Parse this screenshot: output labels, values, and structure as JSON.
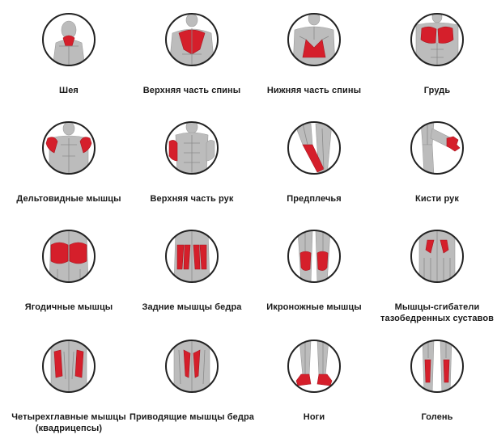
{
  "colors": {
    "highlight": "#d51f2b",
    "muscle": "#bcbcbc",
    "muscle_line": "#8a8a8a",
    "ring": "#222222",
    "label": "#1a1a1a"
  },
  "muscles": [
    {
      "label": "Шея",
      "icon": "neck-icon"
    },
    {
      "label": "Верхняя часть спины",
      "icon": "upper-back-icon"
    },
    {
      "label": "Нижняя часть спины",
      "icon": "lower-back-icon"
    },
    {
      "label": "Грудь",
      "icon": "chest-icon"
    },
    {
      "label": "Дельтовидные мышцы",
      "icon": "deltoids-icon"
    },
    {
      "label": "Верхняя часть рук",
      "icon": "upper-arms-icon"
    },
    {
      "label": "Предплечья",
      "icon": "forearms-icon"
    },
    {
      "label": "Кисти рук",
      "icon": "hands-icon"
    },
    {
      "label": "Ягодичные мышцы",
      "icon": "glutes-icon"
    },
    {
      "label": "Задние мышцы бедра",
      "icon": "hamstrings-icon"
    },
    {
      "label": "Икроножные мышцы",
      "icon": "calves-icon"
    },
    {
      "label": "Мышцы-сгибатели тазобедренных суставов",
      "icon": "hip-flexors-icon"
    },
    {
      "label": "Четырехглавные мышцы (квадрицепсы)",
      "icon": "quadriceps-icon"
    },
    {
      "label": "Приводящие мышцы бедра",
      "icon": "adductors-icon"
    },
    {
      "label": "Ноги",
      "icon": "feet-icon"
    },
    {
      "label": "Голень",
      "icon": "shins-icon"
    }
  ]
}
